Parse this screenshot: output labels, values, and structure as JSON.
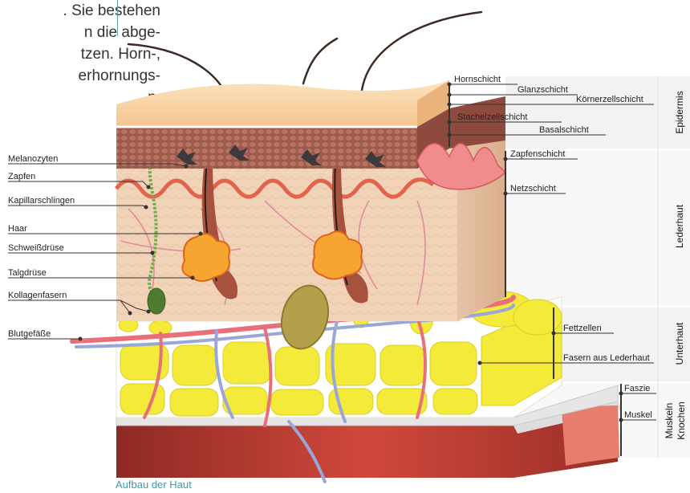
{
  "intro": {
    "lines": [
      ". Sie bestehen",
      "n die abge-",
      "tzen. Horn-,",
      "erhornungs-",
      "n."
    ]
  },
  "left_labels": [
    {
      "key": "melanozyten",
      "text": "Melanozyten"
    },
    {
      "key": "zapfen",
      "text": "Zapfen"
    },
    {
      "key": "kapillarschlingen",
      "text": "Kapillarschlingen"
    },
    {
      "key": "haar",
      "text": "Haar"
    },
    {
      "key": "schweissdruese",
      "text": "Schweißdrüse"
    },
    {
      "key": "talgdruese",
      "text": "Talgdrüse"
    },
    {
      "key": "kollagenfasern",
      "text": "Kollagenfasern"
    },
    {
      "key": "blutgefaesse",
      "text": "Blutgefäße"
    }
  ],
  "right_labels": [
    {
      "key": "hornschicht",
      "text": "Hornschicht"
    },
    {
      "key": "glanzschicht",
      "text": "Glanzschicht"
    },
    {
      "key": "koernerzellschicht",
      "text": "Körnerzellschicht"
    },
    {
      "key": "stachelzellschicht",
      "text": "Stachelzellschicht"
    },
    {
      "key": "basalschicht",
      "text": "Basalschicht"
    },
    {
      "key": "zapfenschicht",
      "text": "Zapfenschicht"
    },
    {
      "key": "netzschicht",
      "text": "Netzschicht"
    },
    {
      "key": "fettzellen",
      "text": "Fettzellen"
    },
    {
      "key": "fasern",
      "text": "Fasern aus Lederhaut"
    },
    {
      "key": "faszie",
      "text": "Faszie"
    },
    {
      "key": "muskel",
      "text": "Muskel"
    }
  ],
  "categories": [
    {
      "key": "epidermis",
      "text": "Epidermis"
    },
    {
      "key": "lederhaut",
      "text": "Lederhaut"
    },
    {
      "key": "unterhaut",
      "text": "Unterhaut"
    },
    {
      "key": "muskeln",
      "text": "Muskeln"
    },
    {
      "key": "knochen",
      "text": "Knochen"
    }
  ],
  "caption": "Aufbau der Haut",
  "colors": {
    "horn": "#f6d2a2",
    "epidermis": "#9c5a4c",
    "dermis": "#f1d3b8",
    "fat": "#f3ea3a",
    "vessel_red": "#e86f78",
    "vessel_blue": "#9aa6d8",
    "muscle": "#b93a30",
    "accent": "#3a9bb0"
  }
}
